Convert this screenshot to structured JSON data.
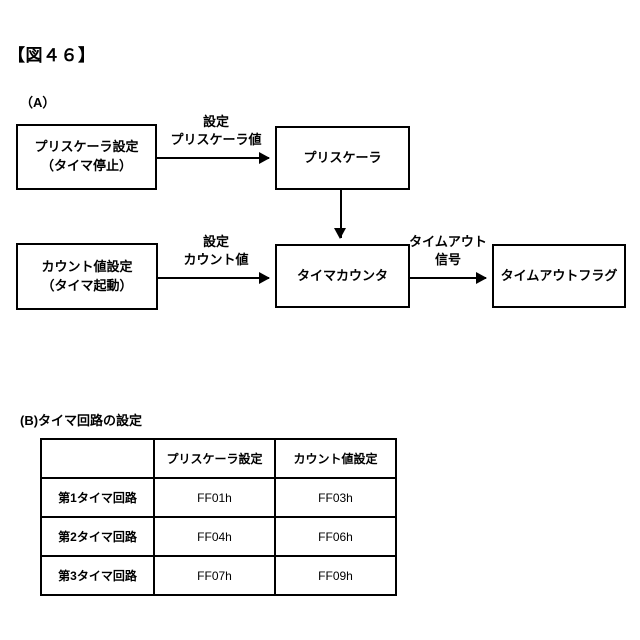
{
  "figure": {
    "title": "【図４６】"
  },
  "sections": {
    "a_label": "（A）",
    "b_label": "(B)タイマ回路の設定"
  },
  "diagram": {
    "boxes": [
      {
        "id": "prescaler-setting",
        "line1": "プリスケーラ設定",
        "line2": "（タイマ停止）"
      },
      {
        "id": "prescaler",
        "line1": "プリスケーラ",
        "line2": ""
      },
      {
        "id": "count-setting",
        "line1": "カウント値設定",
        "line2": "（タイマ起動）"
      },
      {
        "id": "timer-counter",
        "line1": "タイマカウンタ",
        "line2": ""
      },
      {
        "id": "timeout-flag",
        "line1": "タイムアウトフラグ",
        "line2": ""
      }
    ],
    "arrow_labels": [
      {
        "id": "prescaler-value",
        "line1": "設定",
        "line2": "プリスケーラ値"
      },
      {
        "id": "count-value",
        "line1": "設定",
        "line2": "カウント値"
      },
      {
        "id": "timeout-signal",
        "line1": "タイムアウト",
        "line2": "信号"
      }
    ]
  },
  "table": {
    "headers": [
      "",
      "プリスケーラ設定",
      "カウント値設定"
    ],
    "rows": [
      {
        "name": "第1タイマ回路",
        "prescaler": "FF01h",
        "count": "FF03h"
      },
      {
        "name": "第2タイマ回路",
        "prescaler": "FF04h",
        "count": "FF06h"
      },
      {
        "name": "第3タイマ回路",
        "prescaler": "FF07h",
        "count": "FF09h"
      }
    ]
  },
  "colors": {
    "ink": "#000000",
    "paper": "#ffffff"
  }
}
